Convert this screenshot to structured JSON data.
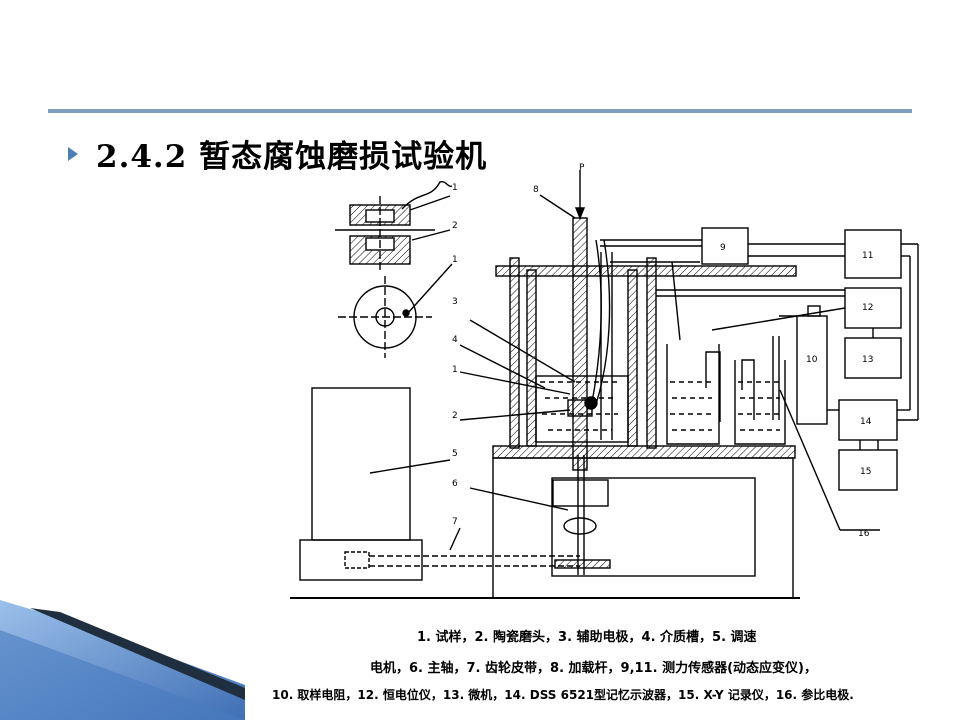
{
  "slide": {
    "title": "2.4.2 暂态腐蚀磨损试验机"
  },
  "diagram": {
    "labels": {
      "force": "P",
      "l1": "1",
      "l2": "2",
      "l1b": "1",
      "l3": "3",
      "l4": "4",
      "l1c": "1",
      "l2c": "2",
      "l5": "5",
      "l6": "6",
      "l7": "7",
      "l8": "8",
      "l9": "9",
      "l10": "10",
      "l11": "11",
      "l12": "12",
      "l13": "13",
      "l14": "14",
      "l15": "15",
      "l16": "16"
    },
    "caption": {
      "line1": "1. 试样，2. 陶瓷磨头，3. 辅助电极，4. 介质槽，5. 调速",
      "line2": "电机，6. 主轴，7. 齿轮皮带，8. 加载杆，9,11. 测力传感器(动态应变仪)，",
      "line3": "10. 取样电阻，12. 恒电位仪，13. 微机，14. DSS 6521型记忆示波器，15. X-Y 记录仪，16. 参比电极."
    }
  },
  "colors": {
    "accent": "#4f7fb7",
    "rule": "#7f9fc0",
    "deco_dark": "#1f2f3f",
    "deco_blue": "#6f9fd8"
  }
}
